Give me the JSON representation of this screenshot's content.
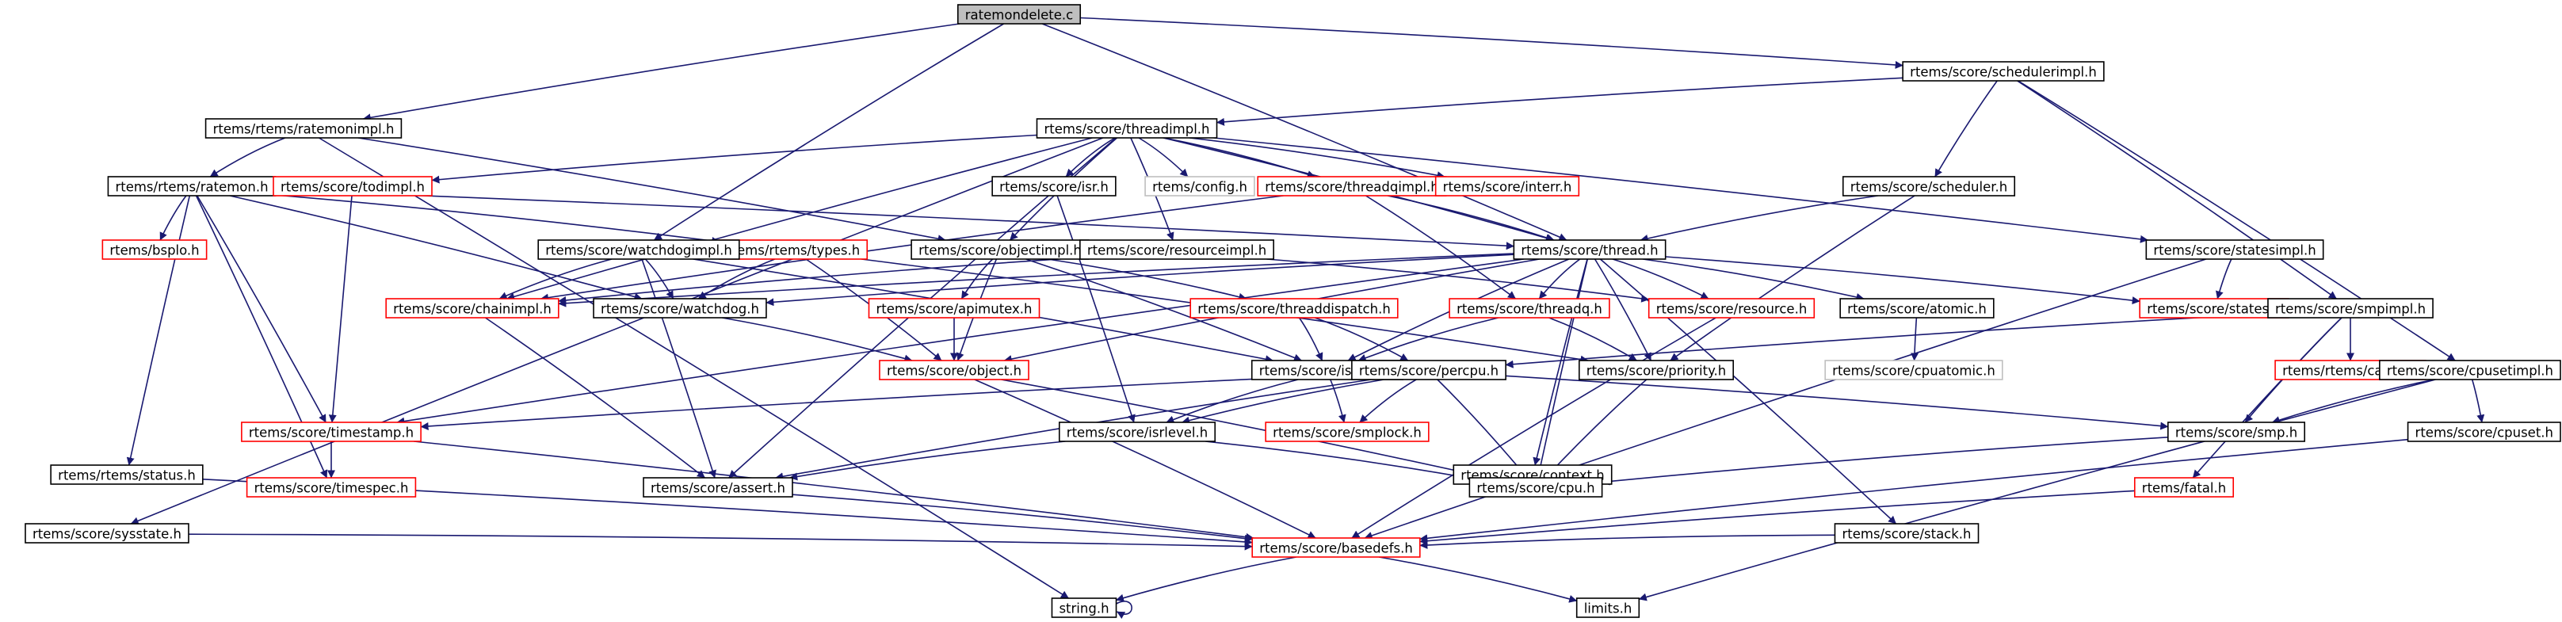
{
  "colors": {
    "edge": "#191970",
    "documented_border": "#000000",
    "missing_border": "#ff0000",
    "external_border": "#bfbfbf",
    "root_fill": "#bfbfbf",
    "node_fill": "#ffffff"
  },
  "nodes": [
    {
      "id": "ratemondelete",
      "label": "ratemondelete.c",
      "kind": "root"
    },
    {
      "id": "ratemonimpl",
      "label": "rtems/rtems/ratemonimpl.h",
      "kind": "doc"
    },
    {
      "id": "schedulerimpl",
      "label": "rtems/score/schedulerimpl.h",
      "kind": "doc"
    },
    {
      "id": "threadimpl",
      "label": "rtems/score/threadimpl.h",
      "kind": "doc"
    },
    {
      "id": "ratemon",
      "label": "rtems/rtems/ratemon.h",
      "kind": "doc"
    },
    {
      "id": "todimpl",
      "label": "rtems/score/todimpl.h",
      "kind": "missing"
    },
    {
      "id": "isr",
      "label": "rtems/score/isr.h",
      "kind": "doc"
    },
    {
      "id": "config",
      "label": "rtems/config.h",
      "kind": "external"
    },
    {
      "id": "threadqimpl",
      "label": "rtems/score/threadqimpl.h",
      "kind": "missing"
    },
    {
      "id": "interr",
      "label": "rtems/score/interr.h",
      "kind": "missing"
    },
    {
      "id": "scheduler",
      "label": "rtems/score/scheduler.h",
      "kind": "doc"
    },
    {
      "id": "bsplo",
      "label": "rtems/bsplo.h",
      "kind": "missing"
    },
    {
      "id": "types",
      "label": "rtems/rtems/types.h",
      "kind": "missing"
    },
    {
      "id": "watchdogimpl",
      "label": "rtems/score/watchdogimpl.h",
      "kind": "doc"
    },
    {
      "id": "objectimpl",
      "label": "rtems/score/objectimpl.h",
      "kind": "doc"
    },
    {
      "id": "resourceimpl",
      "label": "rtems/score/resourceimpl.h",
      "kind": "doc"
    },
    {
      "id": "thread",
      "label": "rtems/score/thread.h",
      "kind": "doc"
    },
    {
      "id": "statesimpl",
      "label": "rtems/score/statesimpl.h",
      "kind": "doc"
    },
    {
      "id": "chainimpl",
      "label": "rtems/score/chainimpl.h",
      "kind": "missing"
    },
    {
      "id": "watchdog",
      "label": "rtems/score/watchdog.h",
      "kind": "doc"
    },
    {
      "id": "apimutex",
      "label": "rtems/score/apimutex.h",
      "kind": "missing"
    },
    {
      "id": "threaddispatch",
      "label": "rtems/score/threaddispatch.h",
      "kind": "missing"
    },
    {
      "id": "threadq",
      "label": "rtems/score/threadq.h",
      "kind": "missing"
    },
    {
      "id": "resource",
      "label": "rtems/score/resource.h",
      "kind": "missing"
    },
    {
      "id": "atomic",
      "label": "rtems/score/atomic.h",
      "kind": "doc"
    },
    {
      "id": "states",
      "label": "rtems/score/states.h",
      "kind": "missing"
    },
    {
      "id": "smpimpl",
      "label": "rtems/score/smpimpl.h",
      "kind": "doc"
    },
    {
      "id": "object",
      "label": "rtems/score/object.h",
      "kind": "missing"
    },
    {
      "id": "isrlock",
      "label": "rtems/score/isrlock.h",
      "kind": "doc"
    },
    {
      "id": "percpu",
      "label": "rtems/score/percpu.h",
      "kind": "doc"
    },
    {
      "id": "priority",
      "label": "rtems/score/priority.h",
      "kind": "doc"
    },
    {
      "id": "cpuatomic",
      "label": "rtems/score/cpuatomic.h",
      "kind": "external"
    },
    {
      "id": "cache",
      "label": "rtems/rtems/cache.h",
      "kind": "missing"
    },
    {
      "id": "cpusetimpl",
      "label": "rtems/score/cpusetimpl.h",
      "kind": "doc"
    },
    {
      "id": "status",
      "label": "rtems/rtems/status.h",
      "kind": "doc"
    },
    {
      "id": "timestamp",
      "label": "rtems/score/timestamp.h",
      "kind": "missing"
    },
    {
      "id": "isrlevel",
      "label": "rtems/score/isrlevel.h",
      "kind": "doc"
    },
    {
      "id": "smplock",
      "label": "rtems/score/smplock.h",
      "kind": "missing"
    },
    {
      "id": "smp",
      "label": "rtems/score/smp.h",
      "kind": "doc"
    },
    {
      "id": "cpuset",
      "label": "rtems/score/cpuset.h",
      "kind": "doc"
    },
    {
      "id": "context",
      "label": "rtems/score/context.h",
      "kind": "doc"
    },
    {
      "id": "sysstate",
      "label": "rtems/score/sysstate.h",
      "kind": "doc"
    },
    {
      "id": "timespec",
      "label": "rtems/score/timespec.h",
      "kind": "missing"
    },
    {
      "id": "assert",
      "label": "rtems/score/assert.h",
      "kind": "doc"
    },
    {
      "id": "cpu",
      "label": "rtems/score/cpu.h",
      "kind": "doc"
    },
    {
      "id": "stack",
      "label": "rtems/score/stack.h",
      "kind": "doc"
    },
    {
      "id": "fatal",
      "label": "rtems/fatal.h",
      "kind": "missing"
    },
    {
      "id": "basedefs",
      "label": "rtems/score/basedefs.h",
      "kind": "missing"
    },
    {
      "id": "string",
      "label": "string.h",
      "kind": "doc"
    },
    {
      "id": "limits",
      "label": "limits.h",
      "kind": "doc"
    }
  ],
  "edges": [
    [
      "ratemondelete",
      "ratemonimpl"
    ],
    [
      "ratemondelete",
      "schedulerimpl"
    ],
    [
      "ratemondelete",
      "watchdogimpl"
    ],
    [
      "ratemondelete",
      "thread"
    ],
    [
      "ratemonimpl",
      "ratemon"
    ],
    [
      "ratemonimpl",
      "objectimpl"
    ],
    [
      "ratemonimpl",
      "string"
    ],
    [
      "schedulerimpl",
      "threadimpl"
    ],
    [
      "schedulerimpl",
      "scheduler"
    ],
    [
      "schedulerimpl",
      "smpimpl"
    ],
    [
      "schedulerimpl",
      "cpusetimpl"
    ],
    [
      "threadimpl",
      "sysstate"
    ],
    [
      "threadimpl",
      "todimpl"
    ],
    [
      "threadimpl",
      "isr"
    ],
    [
      "threadimpl",
      "config"
    ],
    [
      "threadimpl",
      "threadqimpl"
    ],
    [
      "threadimpl",
      "interr"
    ],
    [
      "threadimpl",
      "statesimpl"
    ],
    [
      "threadimpl",
      "chainimpl"
    ],
    [
      "threadimpl",
      "objectimpl"
    ],
    [
      "threadimpl",
      "resourceimpl"
    ],
    [
      "threadimpl",
      "thread"
    ],
    [
      "threadimpl",
      "assert"
    ],
    [
      "ratemon",
      "bsplo"
    ],
    [
      "ratemon",
      "status"
    ],
    [
      "ratemon",
      "types"
    ],
    [
      "ratemon",
      "watchdog"
    ],
    [
      "ratemon",
      "thread"
    ],
    [
      "ratemon",
      "timestamp"
    ],
    [
      "ratemon",
      "timespec"
    ],
    [
      "todimpl",
      "timestamp"
    ],
    [
      "isr",
      "isrlevel"
    ],
    [
      "threadqimpl",
      "chainimpl"
    ],
    [
      "threadqimpl",
      "threadq"
    ],
    [
      "threadqimpl",
      "thread"
    ],
    [
      "scheduler",
      "thread"
    ],
    [
      "scheduler",
      "priority"
    ],
    [
      "types",
      "object"
    ],
    [
      "types",
      "watchdog"
    ],
    [
      "types",
      "priority"
    ],
    [
      "watchdogimpl",
      "chainimpl"
    ],
    [
      "watchdogimpl",
      "watchdog"
    ],
    [
      "watchdogimpl",
      "isrlock"
    ],
    [
      "watchdogimpl",
      "assert"
    ],
    [
      "objectimpl",
      "apimutex"
    ],
    [
      "objectimpl",
      "object"
    ],
    [
      "objectimpl",
      "isrlock"
    ],
    [
      "objectimpl",
      "threaddispatch"
    ],
    [
      "resourceimpl",
      "chainimpl"
    ],
    [
      "resourceimpl",
      "resource"
    ],
    [
      "thread",
      "chainimpl"
    ],
    [
      "thread",
      "watchdog"
    ],
    [
      "thread",
      "object"
    ],
    [
      "thread",
      "isrlock"
    ],
    [
      "thread",
      "threadq"
    ],
    [
      "thread",
      "resource"
    ],
    [
      "thread",
      "atomic"
    ],
    [
      "thread",
      "states"
    ],
    [
      "thread",
      "priority"
    ],
    [
      "thread",
      "timestamp"
    ],
    [
      "thread",
      "context"
    ],
    [
      "thread",
      "stack"
    ],
    [
      "thread",
      "cpu"
    ],
    [
      "statesimpl",
      "states"
    ],
    [
      "statesimpl",
      "basedefs"
    ],
    [
      "chainimpl",
      "assert"
    ],
    [
      "watchdog",
      "object"
    ],
    [
      "apimutex",
      "object"
    ],
    [
      "threaddispatch",
      "isrlock"
    ],
    [
      "threaddispatch",
      "percpu"
    ],
    [
      "threadq",
      "isrlock"
    ],
    [
      "threadq",
      "priority"
    ],
    [
      "resource",
      "basedefs"
    ],
    [
      "atomic",
      "cpuatomic"
    ],
    [
      "smpimpl",
      "percpu"
    ],
    [
      "smpimpl",
      "cache"
    ],
    [
      "smpimpl",
      "smp"
    ],
    [
      "smpimpl",
      "fatal"
    ],
    [
      "object",
      "basedefs"
    ],
    [
      "object",
      "cpu"
    ],
    [
      "isrlock",
      "isrlevel"
    ],
    [
      "isrlock",
      "smplock"
    ],
    [
      "percpu",
      "timestamp"
    ],
    [
      "percpu",
      "isrlevel"
    ],
    [
      "percpu",
      "smplock"
    ],
    [
      "percpu",
      "smp"
    ],
    [
      "percpu",
      "cpu"
    ],
    [
      "percpu",
      "assert"
    ],
    [
      "priority",
      "cpu"
    ],
    [
      "cpusetimpl",
      "smp"
    ],
    [
      "cpusetimpl",
      "cpuset"
    ],
    [
      "cpusetimpl",
      "limits"
    ],
    [
      "status",
      "basedefs"
    ],
    [
      "timestamp",
      "timespec"
    ],
    [
      "timestamp",
      "basedefs"
    ],
    [
      "isrlevel",
      "cpu"
    ],
    [
      "isrlevel",
      "assert"
    ],
    [
      "smp",
      "cpu"
    ],
    [
      "cpuset",
      "basedefs"
    ],
    [
      "context",
      "cpu"
    ],
    [
      "sysstate",
      "basedefs"
    ],
    [
      "assert",
      "basedefs"
    ],
    [
      "stack",
      "basedefs"
    ],
    [
      "fatal",
      "basedefs"
    ],
    [
      "basedefs",
      "string"
    ],
    [
      "basedefs",
      "limits"
    ],
    [
      "string",
      "string"
    ]
  ]
}
